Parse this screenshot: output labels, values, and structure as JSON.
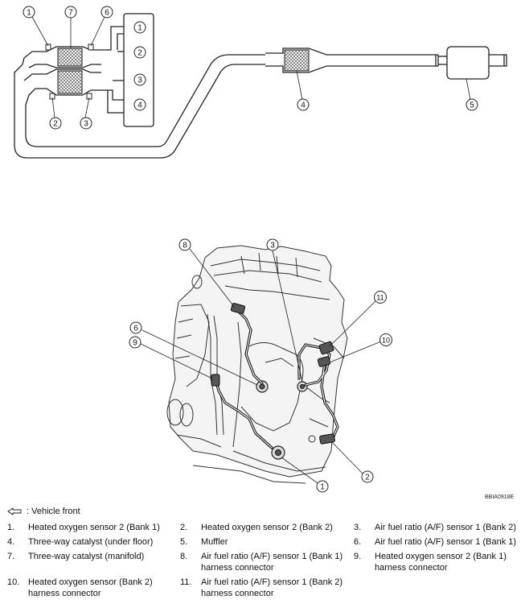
{
  "diagram": {
    "front_note": ": Vehicle front",
    "image_code": "BBIA0918E",
    "top_callouts": [
      "1",
      "7",
      "6",
      "2",
      "3",
      "4",
      "5"
    ],
    "manifold_ports": [
      "1",
      "2",
      "3",
      "4"
    ],
    "bottom_callouts": [
      "8",
      "3",
      "6",
      "9",
      "11",
      "10",
      "2",
      "1"
    ]
  },
  "legend": [
    {
      "num": "1.",
      "text": "Heated oxygen sensor 2 (Bank 1)"
    },
    {
      "num": "2.",
      "text": "Heated oxygen sensor 2 (Bank 2)"
    },
    {
      "num": "3.",
      "text": "Air fuel ratio (A/F) sensor 1 (Bank 2)"
    },
    {
      "num": "4.",
      "text": "Three-way catalyst (under floor)"
    },
    {
      "num": "5.",
      "text": "Muffler"
    },
    {
      "num": "6.",
      "text": "Air fuel ratio (A/F) sensor 1 (Bank 1)"
    },
    {
      "num": "7.",
      "text": "Three-way catalyst (manifold)"
    },
    {
      "num": "8.",
      "text": "Air fuel ratio (A/F) sensor 1 (Bank 1) harness connector"
    },
    {
      "num": "9.",
      "text": "Heated oxygen sensor 2 (Bank 1) harness connector"
    },
    {
      "num": "10.",
      "text": "Heated oxygen sensor (Bank 2) harness connector"
    },
    {
      "num": "11.",
      "text": "Air fuel ratio (A/F) sensor 1 (Bank 2) harness connector"
    }
  ]
}
